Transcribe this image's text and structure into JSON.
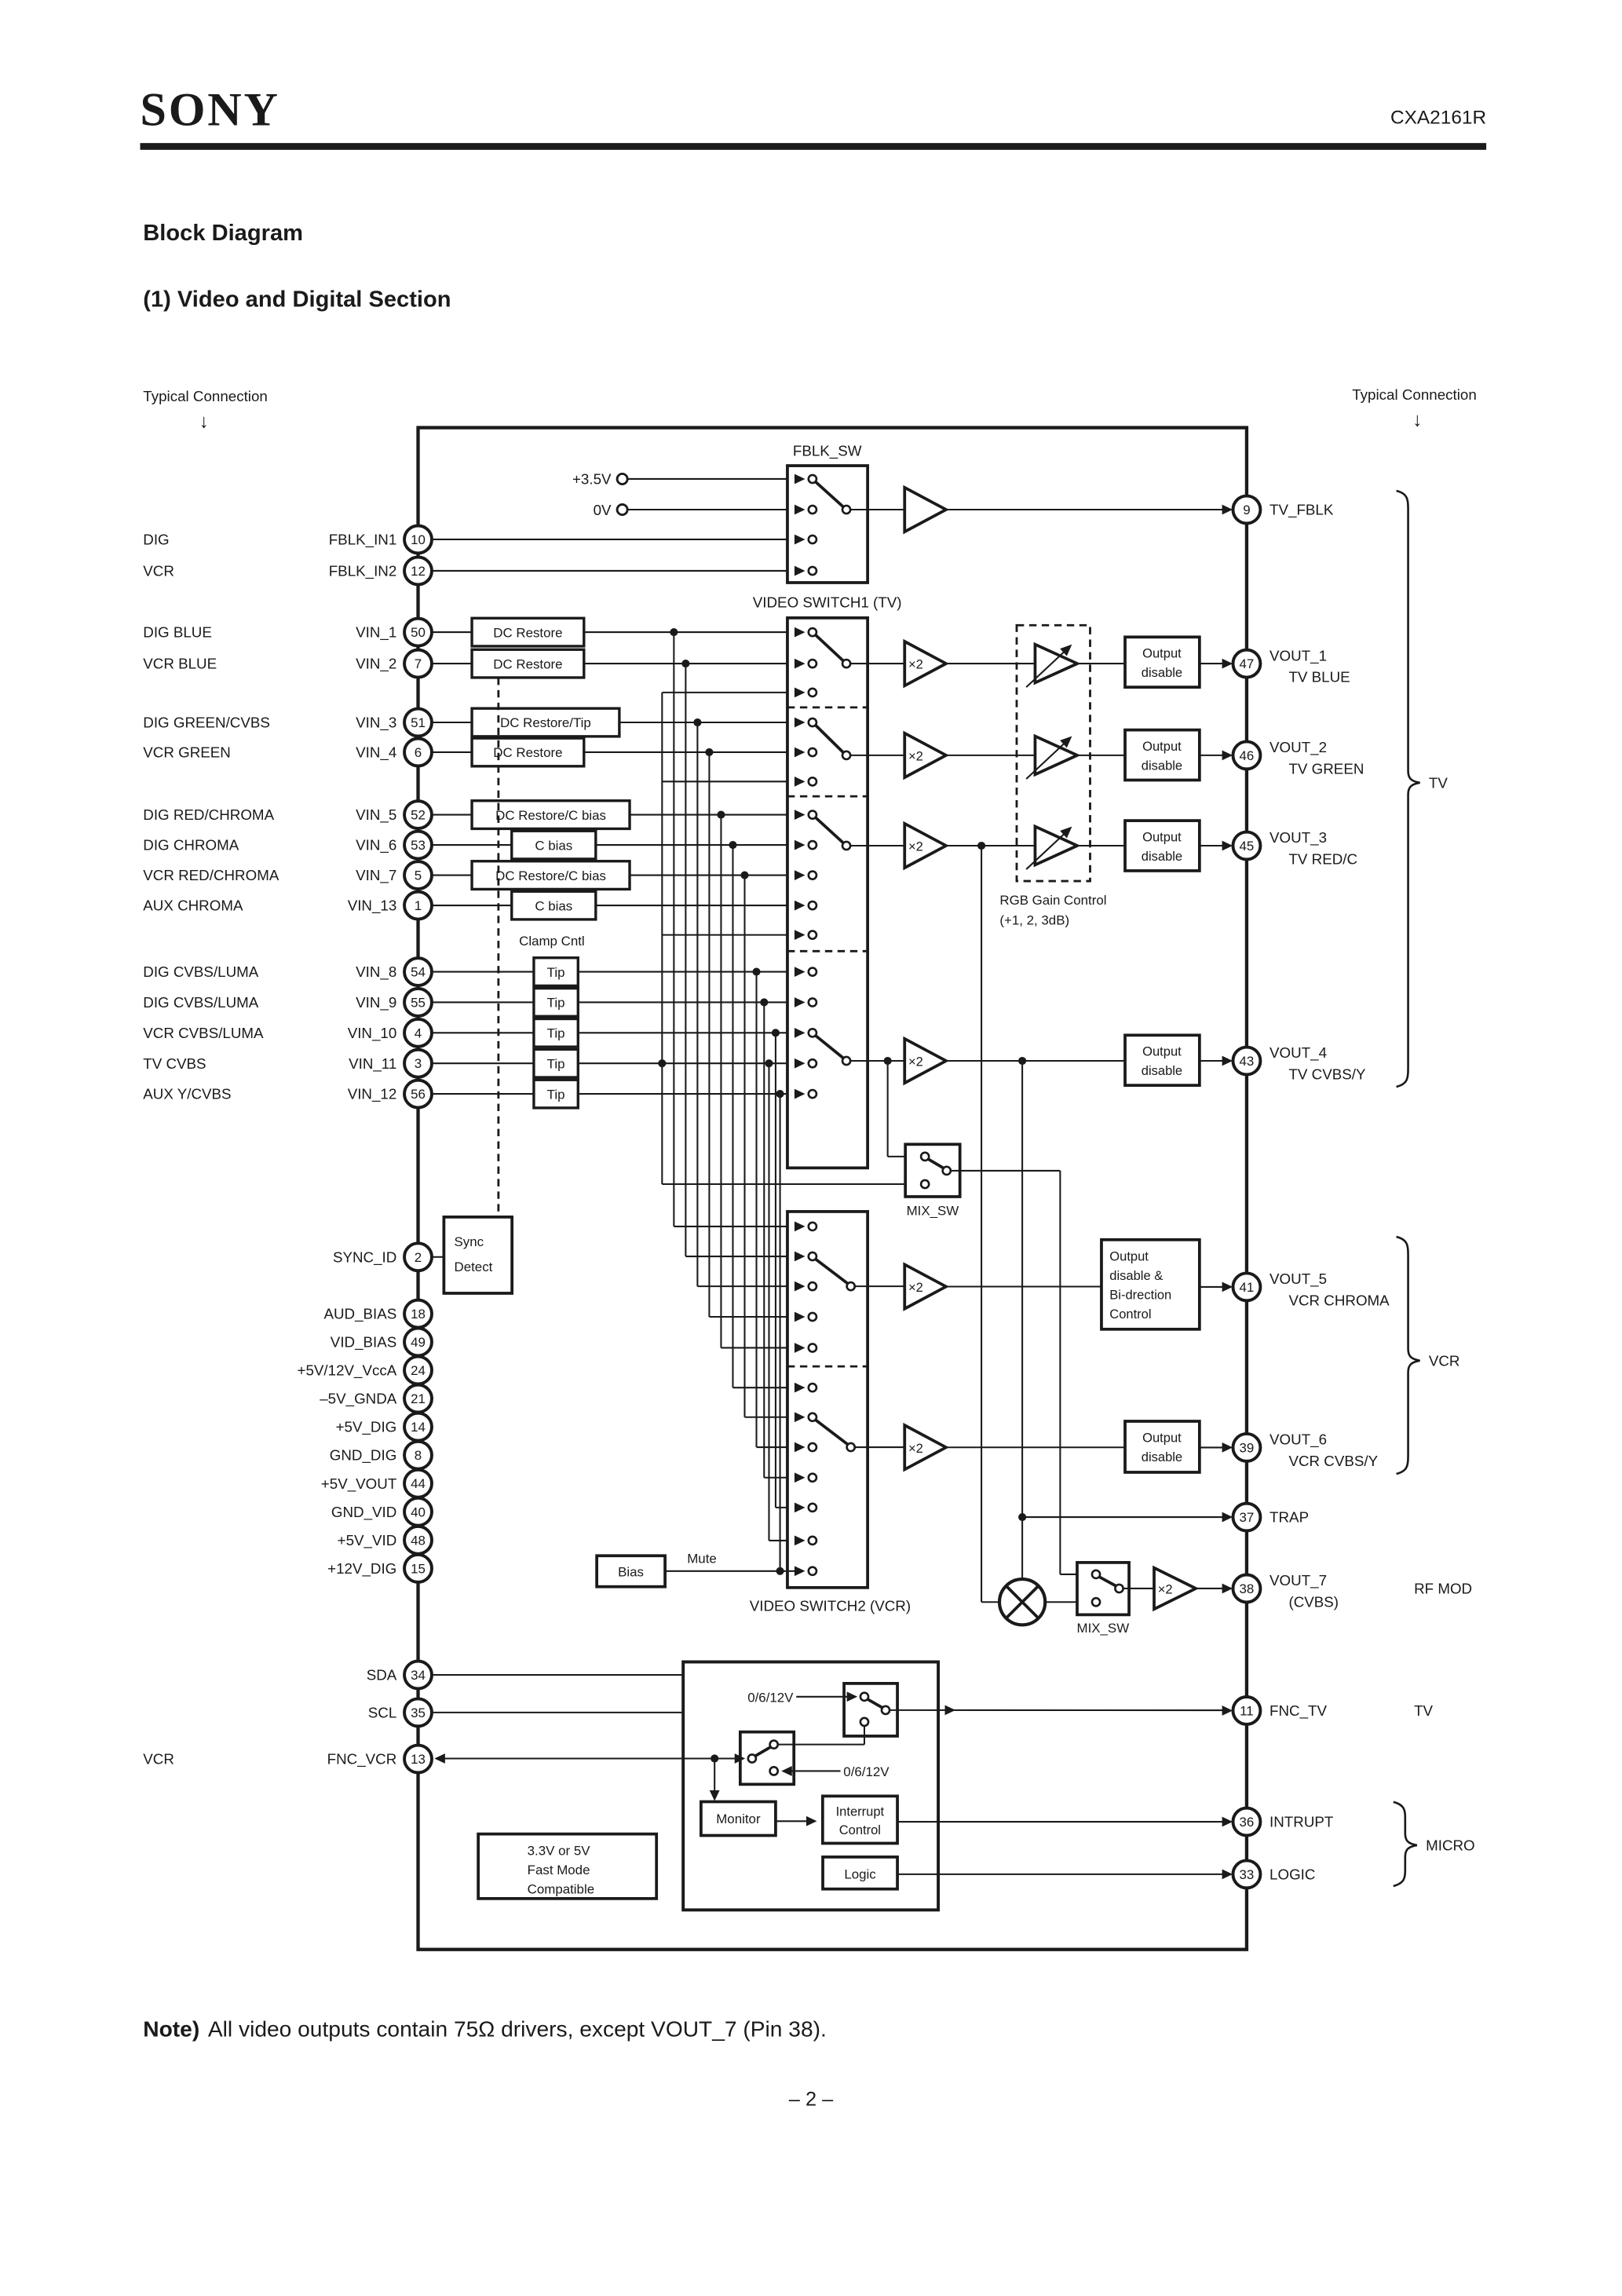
{
  "header": {
    "brand": "SONY",
    "part_number": "CXA2161R"
  },
  "titles": {
    "section": "Block Diagram",
    "subsection": "(1) Video and Digital Section"
  },
  "typical_connection": {
    "left": "Typical Connection",
    "right": "Typical Connection",
    "arrow": "↓"
  },
  "left_pins": [
    {
      "ext": "DIG",
      "name": "FBLK_IN1",
      "num": "10"
    },
    {
      "ext": "VCR",
      "name": "FBLK_IN2",
      "num": "12"
    },
    {
      "ext": "DIG BLUE",
      "name": "VIN_1",
      "num": "50"
    },
    {
      "ext": "VCR BLUE",
      "name": "VIN_2",
      "num": "7"
    },
    {
      "ext": "DIG GREEN/CVBS",
      "name": "VIN_3",
      "num": "51"
    },
    {
      "ext": "VCR GREEN",
      "name": "VIN_4",
      "num": "6"
    },
    {
      "ext": "DIG RED/CHROMA",
      "name": "VIN_5",
      "num": "52"
    },
    {
      "ext": "DIG CHROMA",
      "name": "VIN_6",
      "num": "53"
    },
    {
      "ext": "VCR RED/CHROMA",
      "name": "VIN_7",
      "num": "5"
    },
    {
      "ext": "AUX CHROMA",
      "name": "VIN_13",
      "num": "1"
    },
    {
      "ext": "DIG CVBS/LUMA",
      "name": "VIN_8",
      "num": "54"
    },
    {
      "ext": "DIG CVBS/LUMA",
      "name": "VIN_9",
      "num": "55"
    },
    {
      "ext": "VCR CVBS/LUMA",
      "name": "VIN_10",
      "num": "4"
    },
    {
      "ext": "TV CVBS",
      "name": "VIN_11",
      "num": "3"
    },
    {
      "ext": "AUX Y/CVBS",
      "name": "VIN_12",
      "num": "56"
    },
    {
      "name": "SYNC_ID",
      "num": "2"
    },
    {
      "name": "AUD_BIAS",
      "num": "18"
    },
    {
      "name": "VID_BIAS",
      "num": "49"
    },
    {
      "name": "+5V/12V_VccA",
      "num": "24"
    },
    {
      "name": "–5V_GNDA",
      "num": "21"
    },
    {
      "name": "+5V_DIG",
      "num": "14"
    },
    {
      "name": "GND_DIG",
      "num": "8"
    },
    {
      "name": "+5V_VOUT",
      "num": "44"
    },
    {
      "name": "GND_VID",
      "num": "40"
    },
    {
      "name": "+5V_VID",
      "num": "48"
    },
    {
      "name": "+12V_DIG",
      "num": "15"
    },
    {
      "name": "SDA",
      "num": "34"
    },
    {
      "name": "SCL",
      "num": "35"
    },
    {
      "ext": "VCR",
      "name": "FNC_VCR",
      "num": "13"
    }
  ],
  "right_pins": [
    {
      "num": "9",
      "name": "TV_FBLK",
      "sub": ""
    },
    {
      "num": "47",
      "name": "VOUT_1",
      "sub": "TV BLUE"
    },
    {
      "num": "46",
      "name": "VOUT_2",
      "sub": "TV GREEN"
    },
    {
      "num": "45",
      "name": "VOUT_3",
      "sub": "TV RED/C"
    },
    {
      "num": "43",
      "name": "VOUT_4",
      "sub": "TV CVBS/Y"
    },
    {
      "num": "41",
      "name": "VOUT_5",
      "sub": "VCR CHROMA"
    },
    {
      "num": "39",
      "name": "VOUT_6",
      "sub": "VCR CVBS/Y"
    },
    {
      "num": "37",
      "name": "TRAP",
      "sub": ""
    },
    {
      "num": "38",
      "name": "VOUT_7",
      "sub": "(CVBS)"
    },
    {
      "num": "11",
      "name": "FNC_TV",
      "sub": ""
    },
    {
      "num": "36",
      "name": "INTRUPT",
      "sub": ""
    },
    {
      "num": "33",
      "name": "LOGIC",
      "sub": ""
    }
  ],
  "blocks": {
    "fblk_sw": "FBLK_SW",
    "video_switch1": "VIDEO SWITCH1 (TV)",
    "video_switch2": "VIDEO SWITCH2 (VCR)",
    "mix_sw": "MIX_SW",
    "dc_restore": "DC Restore",
    "dc_restore_tip": "DC Restore/Tip",
    "dc_restore_cbias": "DC Restore/C bias",
    "c_bias": "C bias",
    "tip": "Tip",
    "clamp_cntl": "Clamp Cntl",
    "sync_1": "Sync",
    "sync_2": "Detect",
    "bias": "Bias",
    "mute": "Mute",
    "x2": "×2",
    "v35": "+3.5V",
    "v0": "0V",
    "rgb_gain_1": "RGB Gain Control",
    "rgb_gain_2": "(+1, 2, 3dB)",
    "output_1": "Output",
    "output_2": "disable",
    "out5_1": "Output",
    "out5_2": "disable &",
    "out5_3": "Bi-drection",
    "out5_4": "Control",
    "v0612": "0/6/12V",
    "monitor": "Monitor",
    "interrupt_1": "Interrupt",
    "interrupt_2": "Control",
    "logic": "Logic",
    "compat_1": "3.3V or 5V",
    "compat_2": "Fast Mode",
    "compat_3": "Compatible"
  },
  "group_labels": {
    "tv": "TV",
    "vcr": "VCR",
    "micro": "MICRO",
    "rf_mod": "RF MOD",
    "tv_fnc": "TV"
  },
  "note": {
    "prefix": "Note)",
    "text": "All video outputs contain 75Ω drivers, except VOUT_7 (Pin 38)."
  },
  "page_number": "– 2 –"
}
